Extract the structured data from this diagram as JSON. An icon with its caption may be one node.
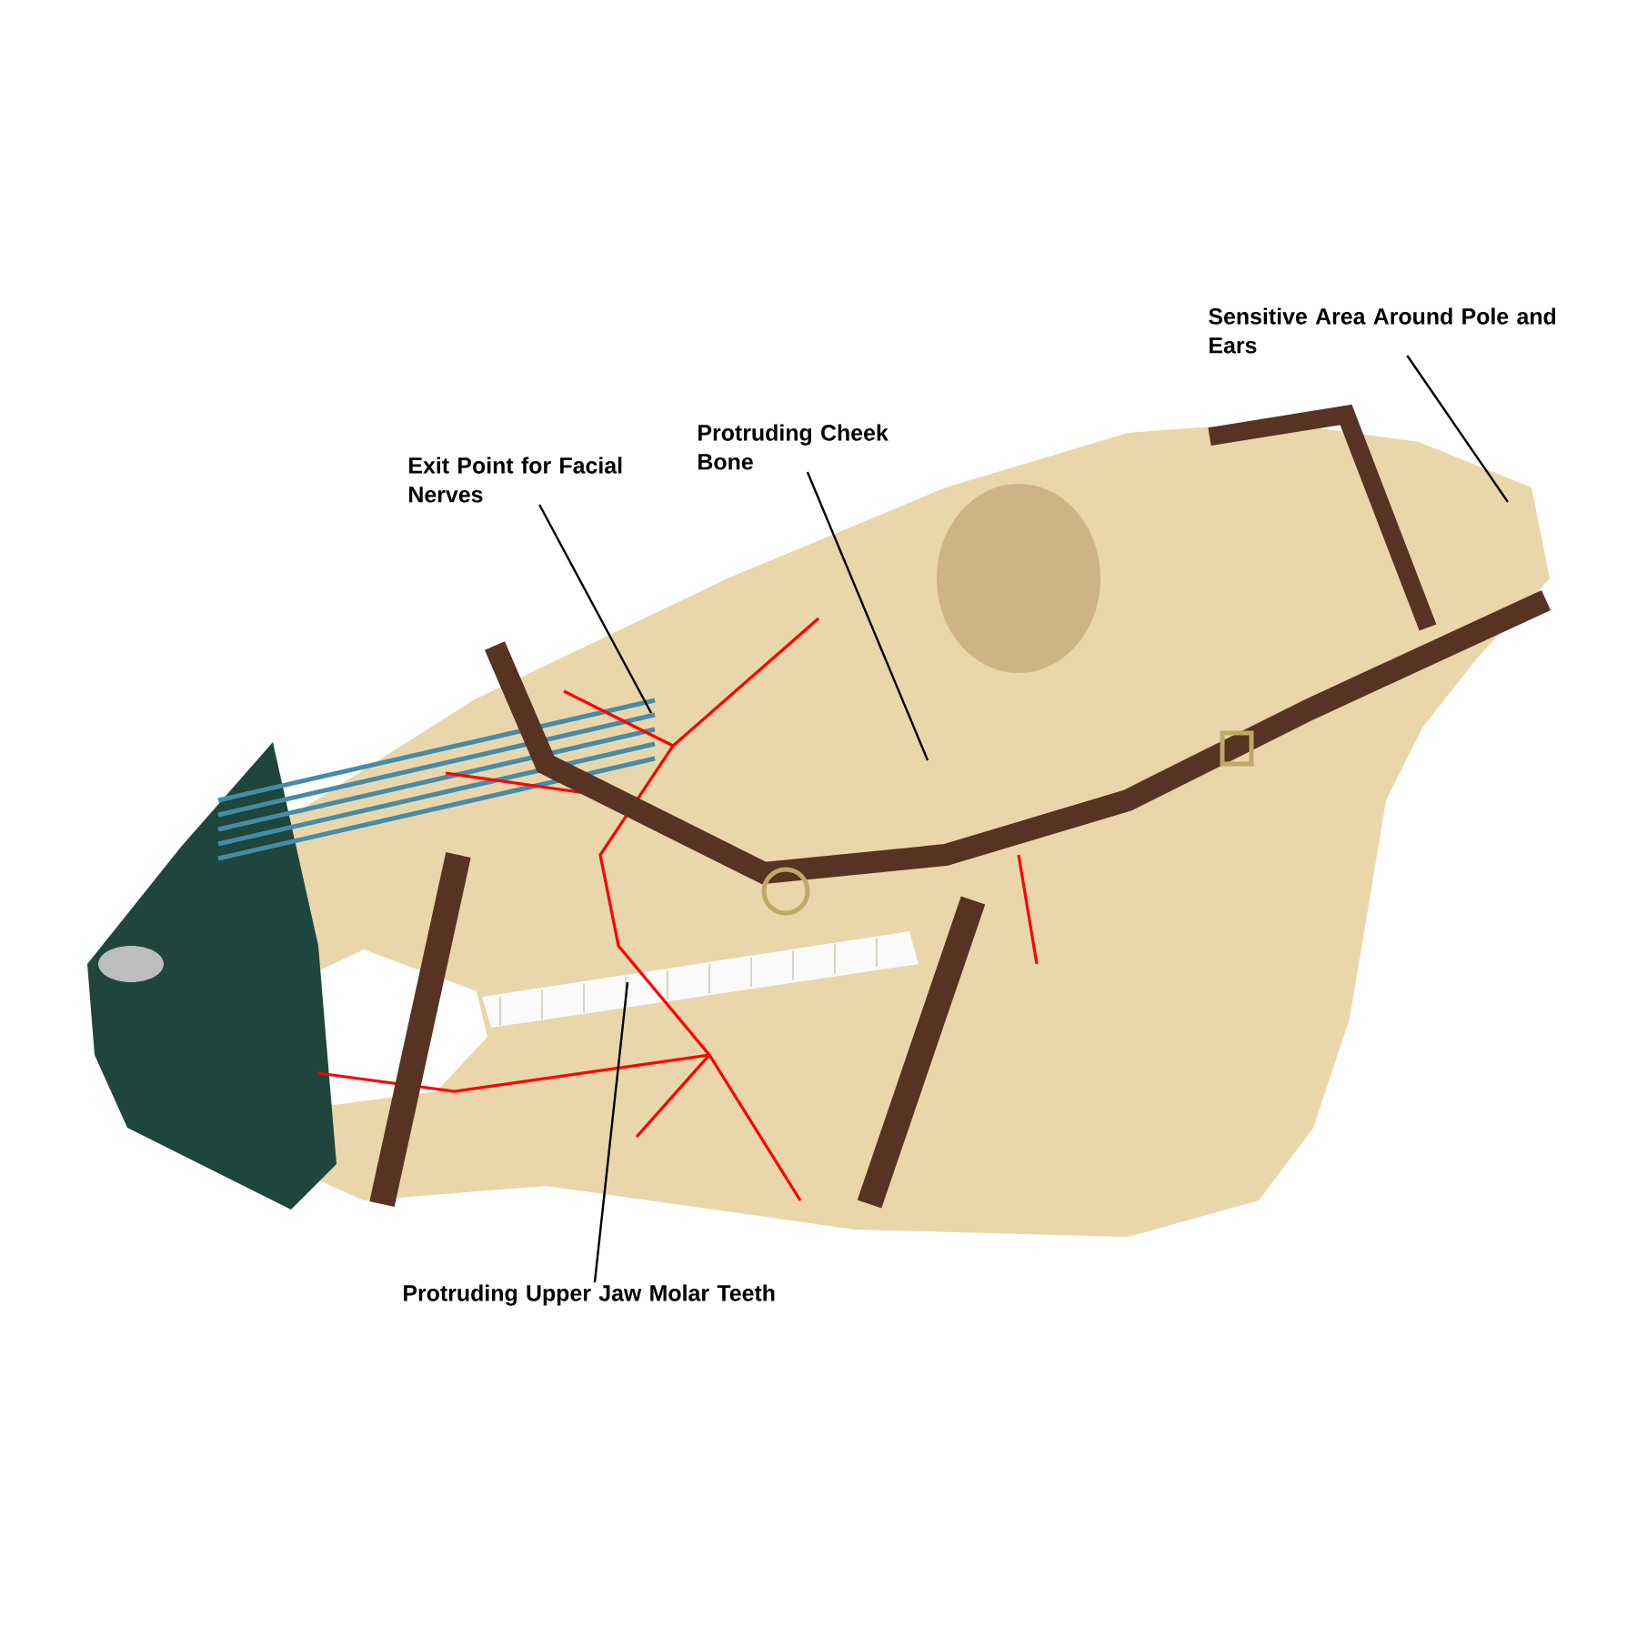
{
  "diagram": {
    "nodes": [
      {
        "text": [
          "Sensitive Area Around Pole and Ears"
        ]
      },
      {
        "text": [
          "Exit Point for Facial Nerves"
        ]
      },
      {
        "text": [
          "Protruding Cheek Bone"
        ]
      },
      {
        "text": [
          "Protruding Upper Jaw Molar Teeth"
        ]
      }
    ],
    "edges": [
      {
        "from": 0,
        "to": null,
        "arrow": "none"
      },
      {
        "from": 1,
        "to": null,
        "arrow": "none"
      },
      {
        "from": 2,
        "to": null,
        "arrow": "none"
      },
      {
        "from": 3,
        "to": null,
        "arrow": "none"
      }
    ]
  }
}
